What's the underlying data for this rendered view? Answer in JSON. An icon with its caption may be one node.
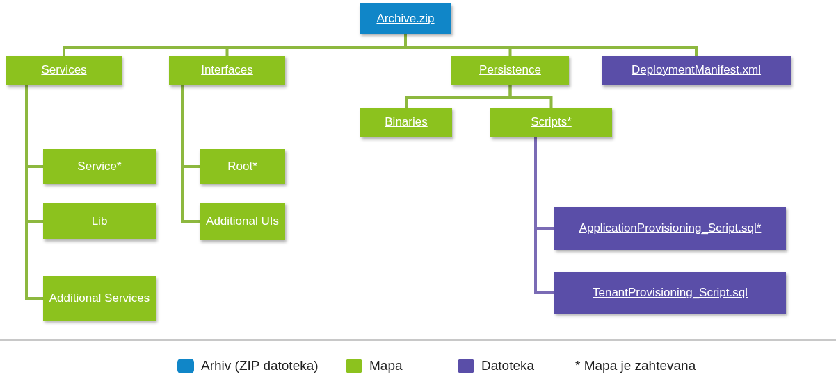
{
  "diagram": {
    "nodes": [
      {
        "text": [
          "Archive.zip"
        ]
      },
      {
        "text": [
          "Services"
        ]
      },
      {
        "text": [
          "Interfaces"
        ]
      },
      {
        "text": [
          "Persistence"
        ]
      },
      {
        "text": [
          "DeploymentManifest.xml"
        ]
      },
      {
        "text": [
          "Service*"
        ]
      },
      {
        "text": [
          "Lib"
        ]
      },
      {
        "text": [
          "Additional Services"
        ]
      },
      {
        "text": [
          "Root*"
        ]
      },
      {
        "text": [
          "Additional UIs"
        ]
      },
      {
        "text": [
          "Binaries"
        ]
      },
      {
        "text": [
          "Scripts*"
        ]
      },
      {
        "text": [
          "ApplicationProvisioning_Script.sql*"
        ]
      },
      {
        "text": [
          "TenantProvisioning_Script.sql"
        ]
      }
    ],
    "edges": [
      {
        "from": 0,
        "to": 1,
        "arrow": "none"
      },
      {
        "from": 0,
        "to": 2,
        "arrow": "none"
      },
      {
        "from": 0,
        "to": 3,
        "arrow": "none"
      },
      {
        "from": 0,
        "to": 4,
        "arrow": "none"
      },
      {
        "from": 1,
        "to": 5,
        "arrow": "none"
      },
      {
        "from": 1,
        "to": 6,
        "arrow": "none"
      },
      {
        "from": 1,
        "to": 7,
        "arrow": "none"
      },
      {
        "from": 2,
        "to": 8,
        "arrow": "none"
      },
      {
        "from": 2,
        "to": 9,
        "arrow": "none"
      },
      {
        "from": 3,
        "to": 10,
        "arrow": "none"
      },
      {
        "from": 3,
        "to": 11,
        "arrow": "none"
      },
      {
        "from": 11,
        "to": 12,
        "arrow": "none",
        "color": "#7a6bb5"
      },
      {
        "from": 11,
        "to": 13,
        "arrow": "none",
        "color": "#7a6bb5"
      }
    ],
    "labels": [
      "* Mapa je zahtevana"
    ],
    "legend": [
      {
        "text": "Arhiv (ZIP datoteka)",
        "color": "#1086c8"
      },
      {
        "text": "Mapa",
        "color": "#8cc21e"
      },
      {
        "text": "Datoteka",
        "color": "#5a4ea8"
      }
    ]
  }
}
